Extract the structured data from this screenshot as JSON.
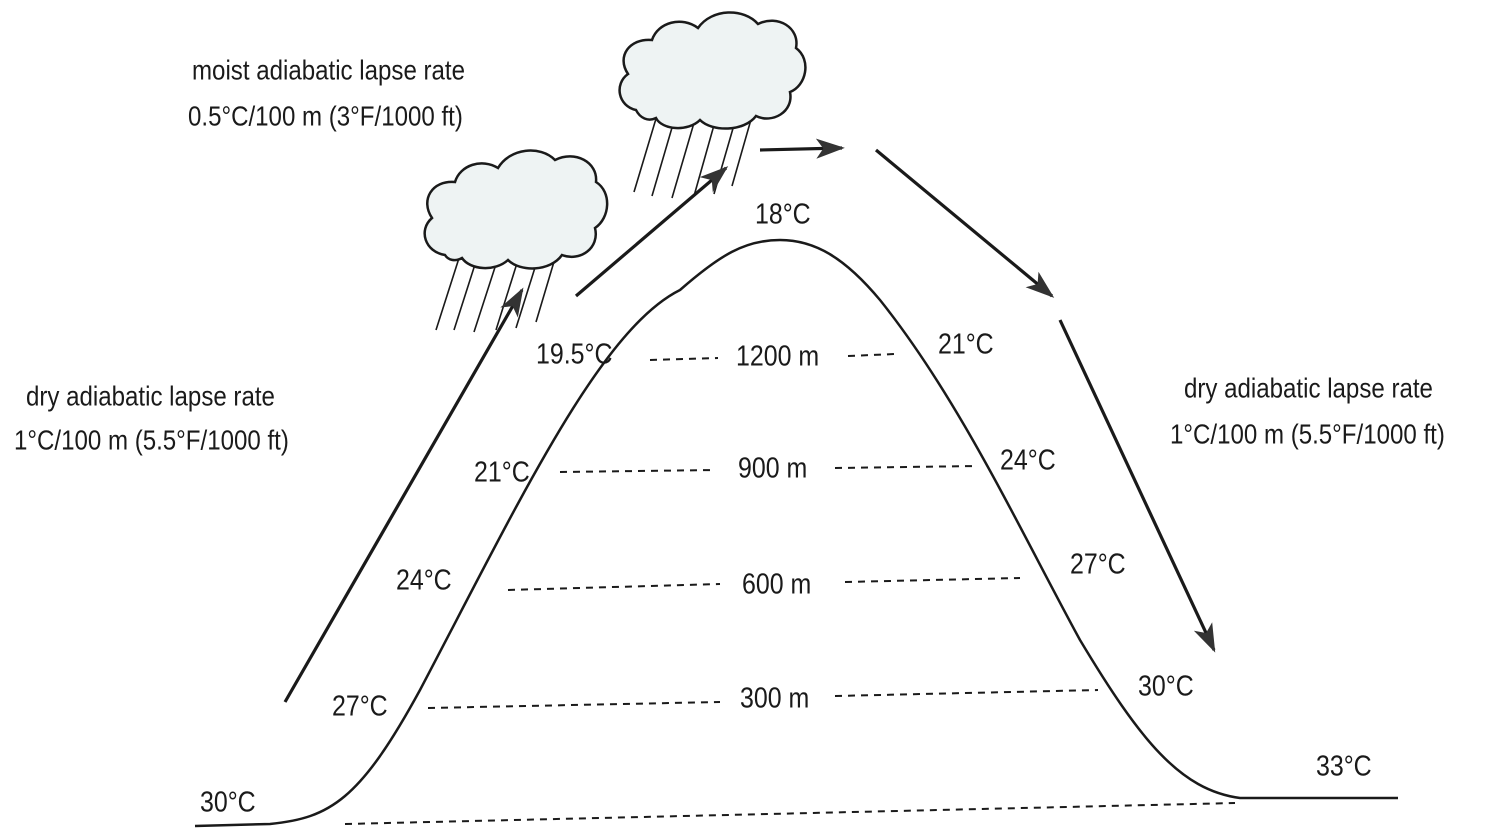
{
  "notes": {
    "moist": {
      "line1": "moist adiabatic lapse rate",
      "line2": "0.5°C/100 m (3°F/1000 ft)"
    },
    "dry_left": {
      "line1": "dry adiabatic lapse rate",
      "line2": "1°C/100 m (5.5°F/1000 ft)"
    },
    "dry_right": {
      "line1": "dry adiabatic lapse rate",
      "line2": "1°C/100 m (5.5°F/1000 ft)"
    }
  },
  "altitudes": [
    "1200 m",
    "900 m",
    "600 m",
    "300 m"
  ],
  "summit_temp": "18°C",
  "windward_temps": [
    "30°C",
    "27°C",
    "24°C",
    "21°C",
    "19.5°C"
  ],
  "leeward_temps": [
    "21°C",
    "24°C",
    "27°C",
    "30°C",
    "33°C"
  ]
}
